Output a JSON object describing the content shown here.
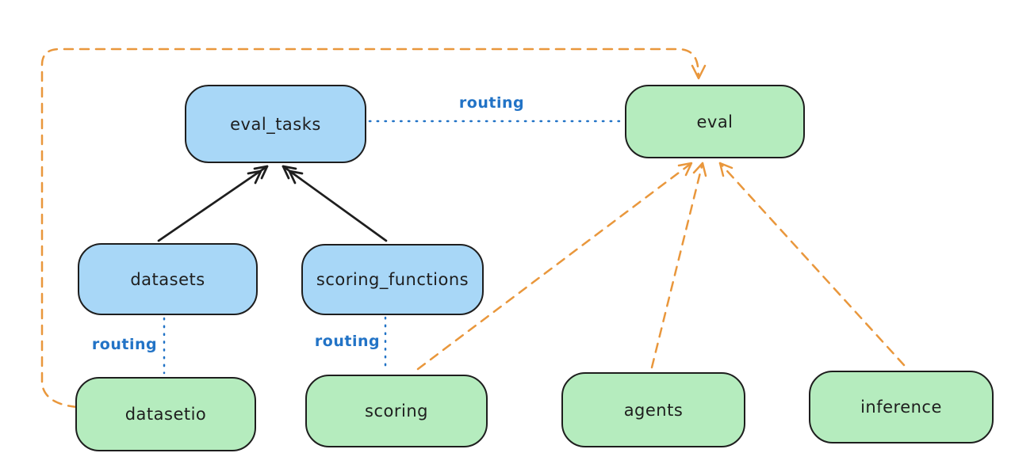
{
  "colors": {
    "api_fill": "#a8d7f7",
    "provider_fill": "#b5ecbe",
    "stroke": "#1e1e1e",
    "routing_blue": "#2273c6",
    "orange": "#e9973c"
  },
  "nodes": {
    "eval_tasks": {
      "label": "eval_tasks",
      "kind": "api"
    },
    "datasets": {
      "label": "datasets",
      "kind": "api"
    },
    "scoring_functions": {
      "label": "scoring_functions",
      "kind": "api"
    },
    "eval": {
      "label": "eval",
      "kind": "provider"
    },
    "datasetio": {
      "label": "datasetio",
      "kind": "provider"
    },
    "scoring": {
      "label": "scoring",
      "kind": "provider"
    },
    "agents": {
      "label": "agents",
      "kind": "provider"
    },
    "inference": {
      "label": "inference",
      "kind": "provider"
    }
  },
  "edge_labels": {
    "eval_tasks_eval": "routing",
    "datasets_datasetio": "routing",
    "scoring_functions_scoring": "routing"
  }
}
